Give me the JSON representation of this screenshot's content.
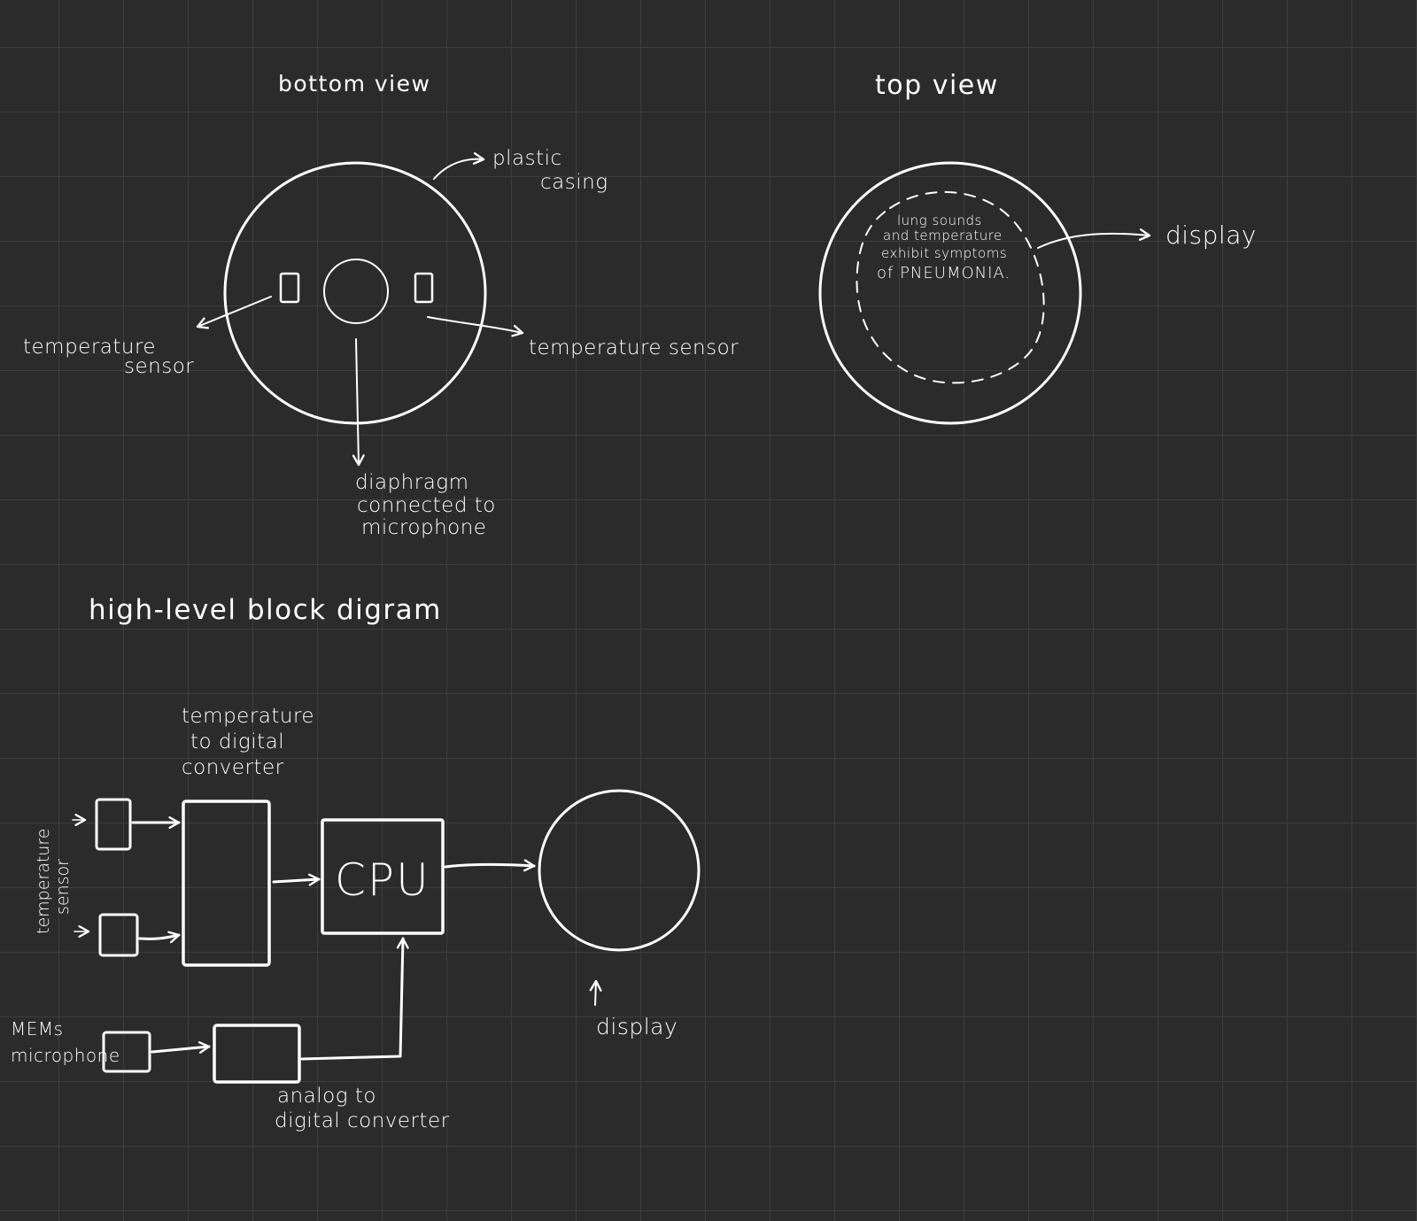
{
  "colors": {
    "background": "#2b2b2b",
    "grid": "#3d3d3d",
    "ink": "#ffffff"
  },
  "bottom_view": {
    "title": "bottom view",
    "plastic_casing_line1": "plastic",
    "plastic_casing_line2": "casing",
    "temp_sensor_left_line1": "temperature",
    "temp_sensor_left_line2": "sensor",
    "temp_sensor_right": "temperature sensor",
    "diaphragm_line1": "diaphragm",
    "diaphragm_line2": "connected to",
    "diaphragm_line3": "microphone"
  },
  "top_view": {
    "title": "top view",
    "screen_line1": "lung sounds",
    "screen_line2": "and temperature",
    "screen_line3": "exhibit symptoms",
    "screen_line4": "of PNEUMONIA.",
    "display_label": "display"
  },
  "block_diagram": {
    "title": "high-level block digram",
    "converter_line1": "temperature",
    "converter_line2": "to digital",
    "converter_line3": "converter",
    "temp_sensor_line1": "temperature",
    "temp_sensor_line2": "sensor",
    "cpu_label": "CPU",
    "mems_line1": "MEMs",
    "mems_line2": "microphone",
    "adc_line1": "analog to",
    "adc_line2": "digital converter",
    "display_label": "display"
  }
}
